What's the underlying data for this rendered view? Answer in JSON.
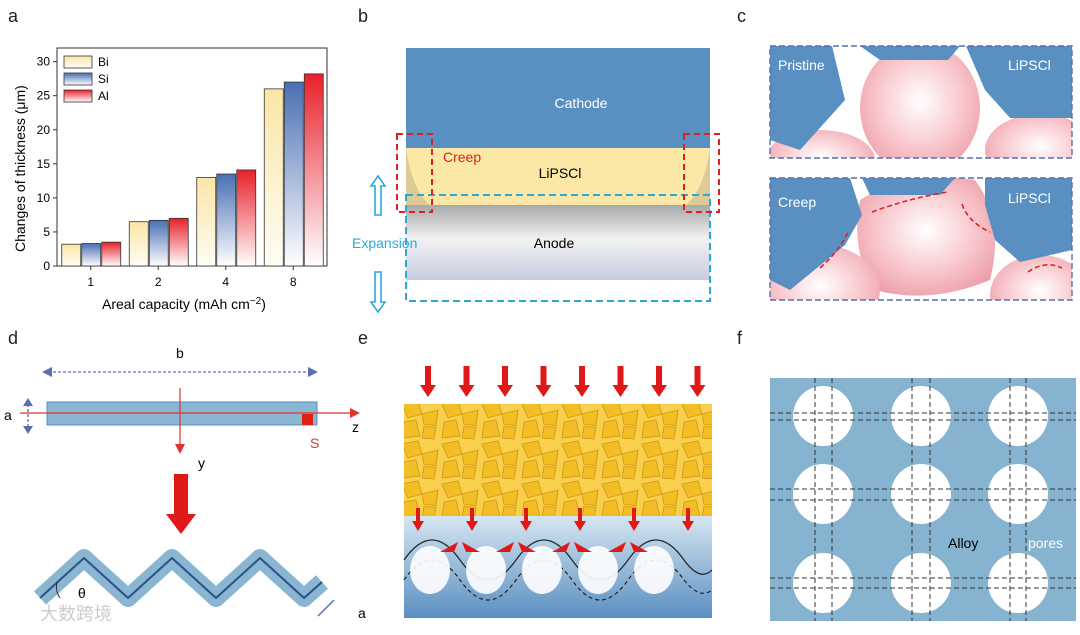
{
  "panels": {
    "a": "a",
    "b": "b",
    "c": "c",
    "d": "d",
    "e": "e",
    "f": "f"
  },
  "chart_data": {
    "type": "bar",
    "categories": [
      "1",
      "2",
      "4",
      "8"
    ],
    "series": [
      {
        "name": "Bi",
        "values": [
          3.2,
          6.5,
          13.0,
          26.0
        ],
        "color_top": "#fbe6a6",
        "color_bottom": "#fffdf5"
      },
      {
        "name": "Si",
        "values": [
          3.3,
          6.7,
          13.5,
          27.0
        ],
        "color_top": "#4a6fb3",
        "color_bottom": "#ffffff"
      },
      {
        "name": "Al",
        "values": [
          3.5,
          7.0,
          14.1,
          28.2
        ],
        "color_top": "#e8202a",
        "color_bottom": "#ffffff"
      }
    ],
    "xlabel": "Areal capacity (mAh cm",
    "xlabel_sup": "−2",
    "xlabel_end": ")",
    "ylabel": "Changes of thickness (μm)",
    "ylim": [
      0,
      32
    ],
    "yticks": [
      0,
      5,
      10,
      15,
      20,
      25,
      30
    ],
    "legend": "top-left"
  },
  "panel_b": {
    "cathode": "Cathode",
    "electrolyte": "LiPSCl",
    "anode": "Anode",
    "creep": "Creep",
    "expansion": "Expansion"
  },
  "panel_c": {
    "top_left": "Pristine",
    "top_right": "LiPSCl",
    "bottom_left": "Creep",
    "bottom_right": "LiPSCl"
  },
  "panel_d": {
    "b": "b",
    "a": "a",
    "z": "z",
    "y": "y",
    "s": "S",
    "theta": "θ",
    "a2": "a"
  },
  "panel_f": {
    "alloy": "Alloy",
    "pores": "pores"
  },
  "watermark": "大数跨境"
}
